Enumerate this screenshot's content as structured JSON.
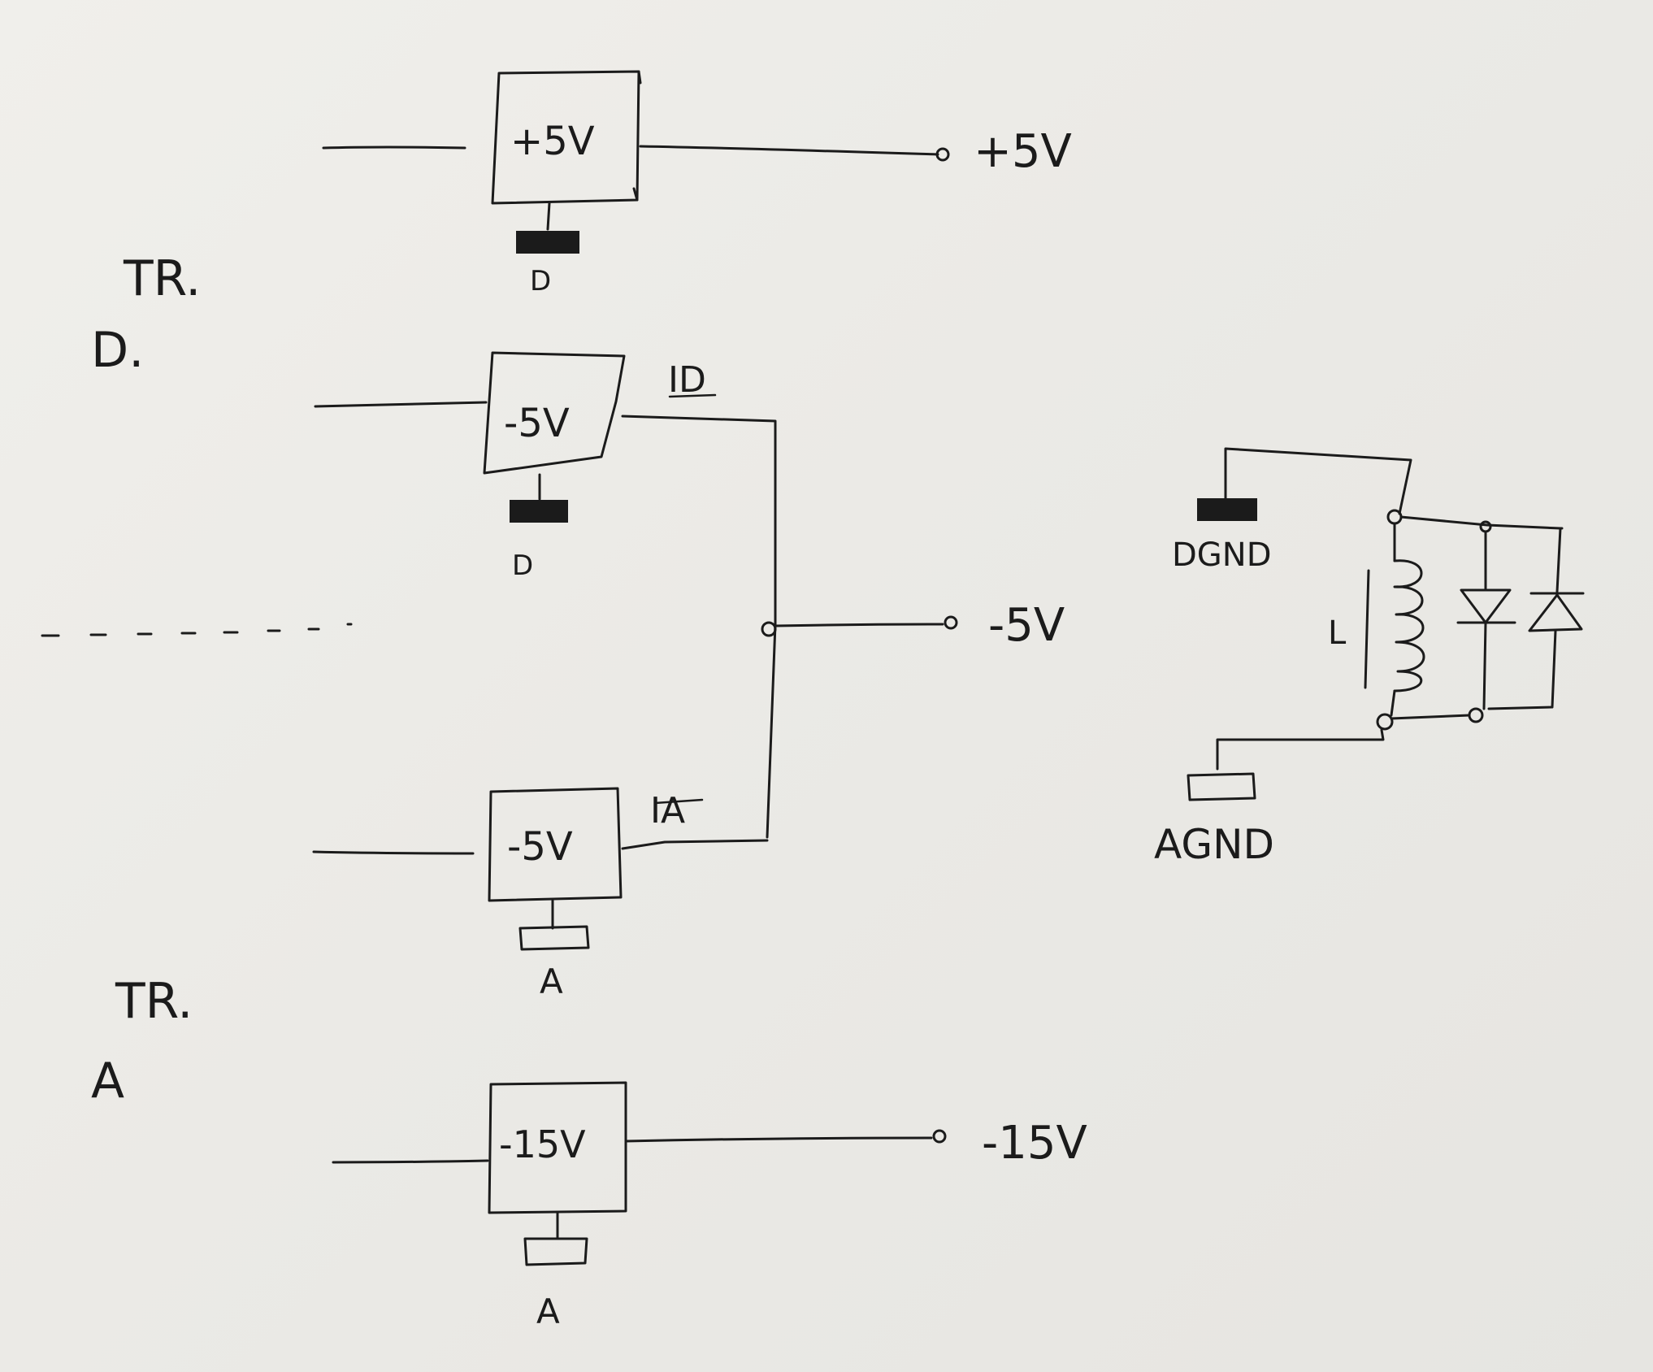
{
  "blocks": {
    "reg_plus5": {
      "label": "+5V",
      "ground": "D"
    },
    "reg_minus5_d": {
      "label": "-5V",
      "ground": "D"
    },
    "reg_minus5_a": {
      "label": "-5V",
      "ground": "A"
    },
    "reg_minus15": {
      "label": "-15V",
      "ground": "A"
    }
  },
  "outputs": {
    "plus5": "+5V",
    "minus5": "-5V",
    "minus15": "-15V"
  },
  "currents": {
    "digital": "ID",
    "analog": "IA"
  },
  "transformers": {
    "digital": {
      "line1": "TR.",
      "line2": "D."
    },
    "analog": {
      "line1": "TR.",
      "line2": "A"
    }
  },
  "ground_link": {
    "digital_ground": "DGND",
    "analog_ground": "AGND",
    "inductor": "L"
  }
}
